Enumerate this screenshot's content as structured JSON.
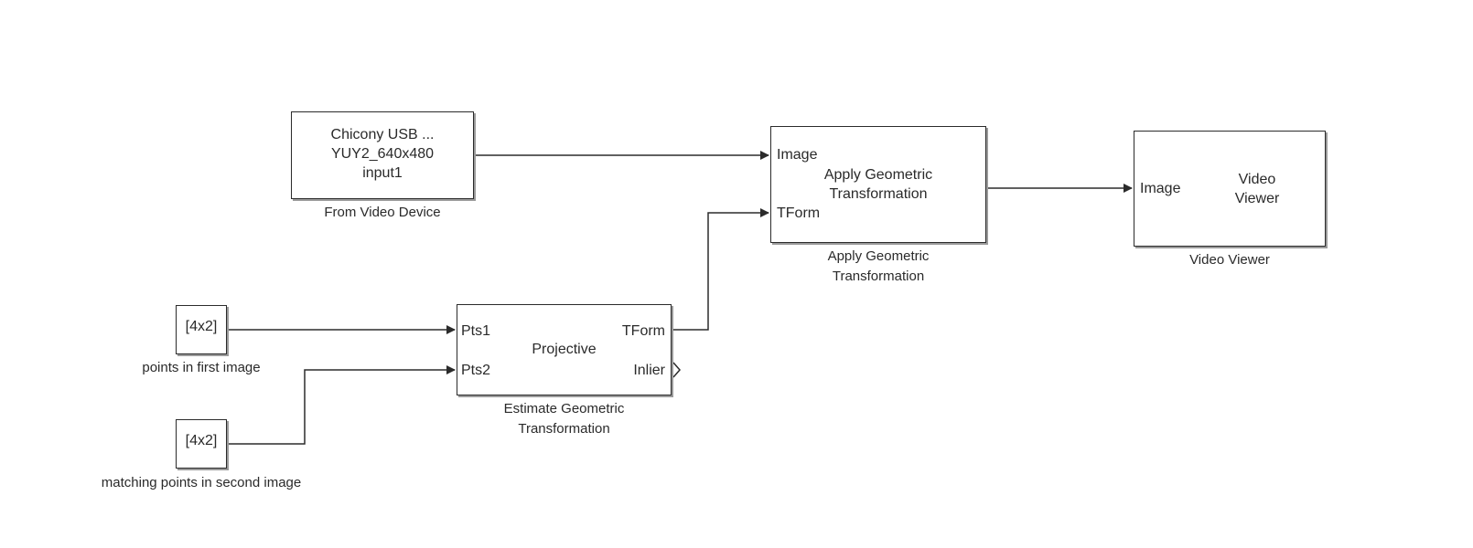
{
  "diagram": {
    "video_device": {
      "lines": [
        "Chicony USB ...",
        "YUY2_640x480",
        "input1"
      ],
      "caption": "From Video Device"
    },
    "apply_geometric": {
      "port_image": "Image",
      "port_tform": "TForm",
      "center_line1": "Apply Geometric",
      "center_line2": "Transformation",
      "caption_line1": "Apply Geometric",
      "caption_line2": "Transformation"
    },
    "video_viewer": {
      "port_image": "Image",
      "center_line1": "Video",
      "center_line2": "Viewer",
      "caption": "Video Viewer"
    },
    "const_first": {
      "value": "[4x2]",
      "caption": "points in first image"
    },
    "const_second": {
      "value": "[4x2]",
      "caption": "matching points in second image"
    },
    "estimate_geometric": {
      "port_pts1": "Pts1",
      "port_pts2": "Pts2",
      "center": "Projective",
      "port_tform": "TForm",
      "port_inlier": "Inlier",
      "caption_line1": "Estimate Geometric",
      "caption_line2": "Transformation"
    },
    "colors": {
      "line": "#2b2b2b",
      "background": "#ffffff"
    }
  }
}
